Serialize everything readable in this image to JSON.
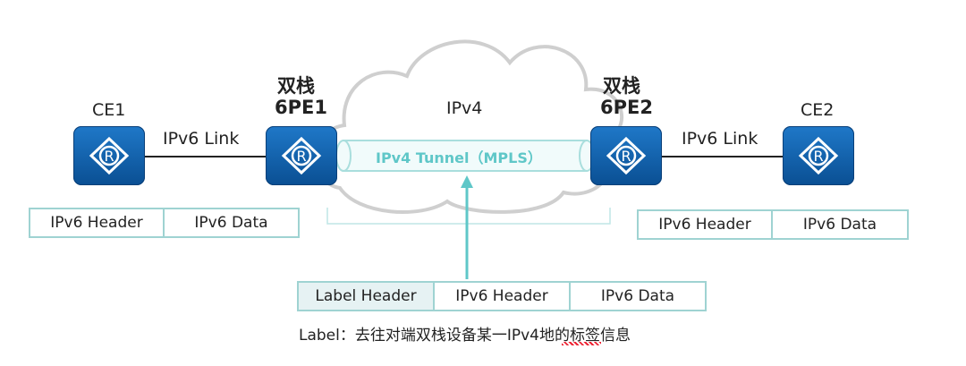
{
  "nodes": {
    "ce1": "CE1",
    "ce2": "CE2",
    "pe1_top": "双栈",
    "pe1_name": "6PE1",
    "pe2_top": "双栈",
    "pe2_name": "6PE2",
    "router_glyph": "R"
  },
  "links": {
    "left": "IPv6 Link",
    "right": "IPv6 Link"
  },
  "cloud": {
    "label": "IPv4",
    "tunnel": "IPv4 Tunnel（MPLS）"
  },
  "packets": {
    "left": [
      "IPv6 Header",
      "IPv6 Data"
    ],
    "right": [
      "IPv6 Header",
      "IPv6 Data"
    ],
    "bottom": [
      "Label Header",
      "IPv6 Header",
      "IPv6 Data"
    ]
  },
  "note": "Label：去往对端双栈设备某一IPv4地的标签信息",
  "colors": {
    "router_fill": "#0a5aa5",
    "teal": "#5fc7c8",
    "cell_border": "#9fd3d2",
    "cloud_edge": "#c8c8c8"
  },
  "icons": [
    "router-icon",
    "cloud-shape",
    "tunnel-pipe",
    "up-arrow"
  ]
}
